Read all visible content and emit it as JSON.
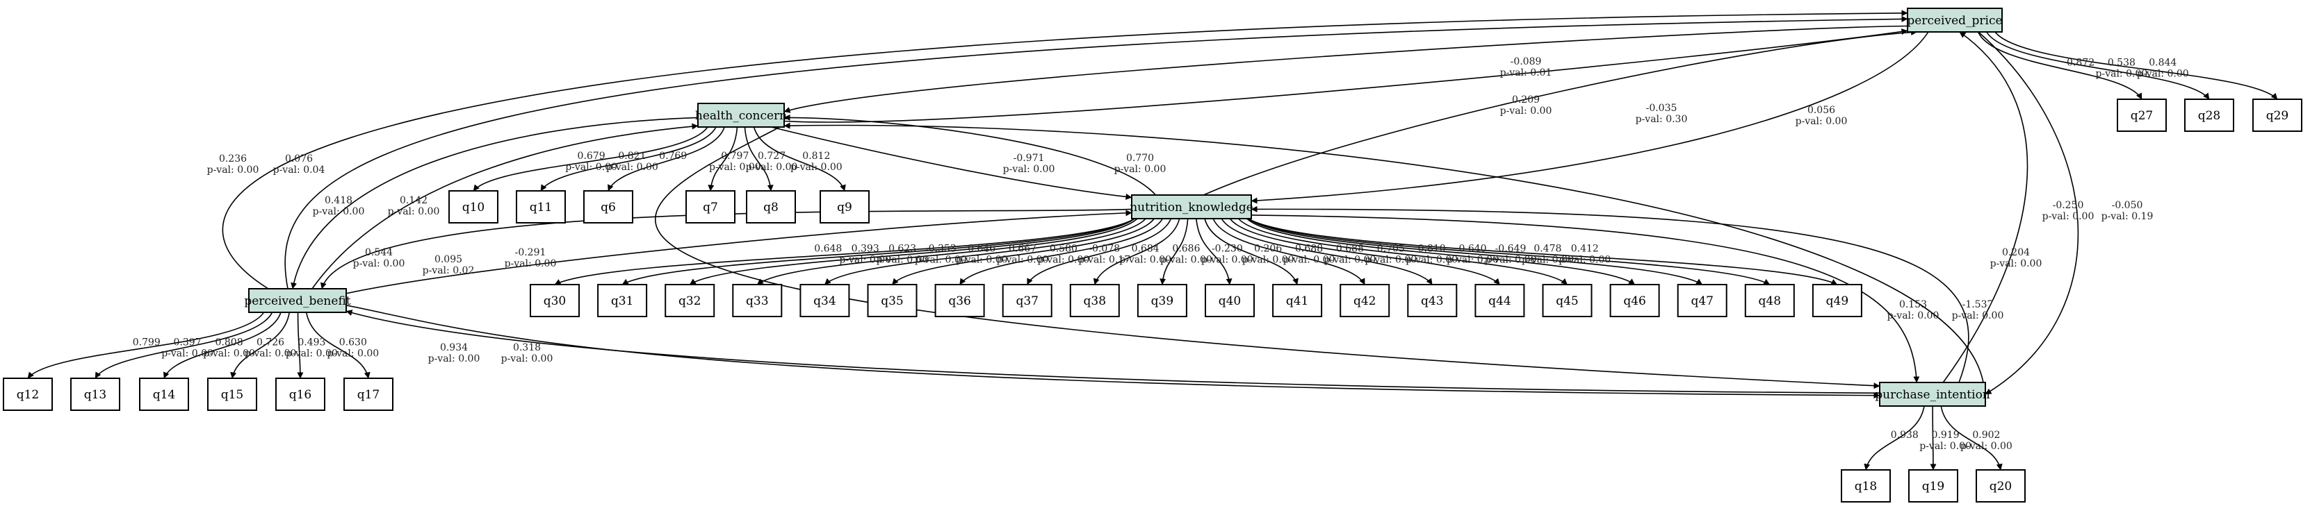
{
  "colors": {
    "latent_fill": "#c9e3db",
    "indicator_fill": "#ffffff",
    "line": "#000000"
  },
  "nodes": [
    {
      "id": "perceived_price",
      "label": "perceived_price",
      "kind": "latent"
    },
    {
      "id": "health_concern",
      "label": "health_concern",
      "kind": "latent"
    },
    {
      "id": "nutrition_knowledge",
      "label": "nutrition_knowledge",
      "kind": "latent"
    },
    {
      "id": "perceived_benefit",
      "label": "perceived_benefit",
      "kind": "latent"
    },
    {
      "id": "purchase_intention",
      "label": "purchase_intention",
      "kind": "latent"
    },
    {
      "id": "q27",
      "label": "q27",
      "kind": "indicator"
    },
    {
      "id": "q28",
      "label": "q28",
      "kind": "indicator"
    },
    {
      "id": "q29",
      "label": "q29",
      "kind": "indicator"
    },
    {
      "id": "q10",
      "label": "q10",
      "kind": "indicator"
    },
    {
      "id": "q11",
      "label": "q11",
      "kind": "indicator"
    },
    {
      "id": "q6",
      "label": "q6",
      "kind": "indicator"
    },
    {
      "id": "q7",
      "label": "q7",
      "kind": "indicator"
    },
    {
      "id": "q8",
      "label": "q8",
      "kind": "indicator"
    },
    {
      "id": "q9",
      "label": "q9",
      "kind": "indicator"
    },
    {
      "id": "q30",
      "label": "q30",
      "kind": "indicator"
    },
    {
      "id": "q31",
      "label": "q31",
      "kind": "indicator"
    },
    {
      "id": "q32",
      "label": "q32",
      "kind": "indicator"
    },
    {
      "id": "q33",
      "label": "q33",
      "kind": "indicator"
    },
    {
      "id": "q34",
      "label": "q34",
      "kind": "indicator"
    },
    {
      "id": "q35",
      "label": "q35",
      "kind": "indicator"
    },
    {
      "id": "q36",
      "label": "q36",
      "kind": "indicator"
    },
    {
      "id": "q37",
      "label": "q37",
      "kind": "indicator"
    },
    {
      "id": "q38",
      "label": "q38",
      "kind": "indicator"
    },
    {
      "id": "q39",
      "label": "q39",
      "kind": "indicator"
    },
    {
      "id": "q40",
      "label": "q40",
      "kind": "indicator"
    },
    {
      "id": "q41",
      "label": "q41",
      "kind": "indicator"
    },
    {
      "id": "q42",
      "label": "q42",
      "kind": "indicator"
    },
    {
      "id": "q43",
      "label": "q43",
      "kind": "indicator"
    },
    {
      "id": "q44",
      "label": "q44",
      "kind": "indicator"
    },
    {
      "id": "q45",
      "label": "q45",
      "kind": "indicator"
    },
    {
      "id": "q46",
      "label": "q46",
      "kind": "indicator"
    },
    {
      "id": "q47",
      "label": "q47",
      "kind": "indicator"
    },
    {
      "id": "q48",
      "label": "q48",
      "kind": "indicator"
    },
    {
      "id": "q49",
      "label": "q49",
      "kind": "indicator"
    },
    {
      "id": "q12",
      "label": "q12",
      "kind": "indicator"
    },
    {
      "id": "q13",
      "label": "q13",
      "kind": "indicator"
    },
    {
      "id": "q14",
      "label": "q14",
      "kind": "indicator"
    },
    {
      "id": "q15",
      "label": "q15",
      "kind": "indicator"
    },
    {
      "id": "q16",
      "label": "q16",
      "kind": "indicator"
    },
    {
      "id": "q17",
      "label": "q17",
      "kind": "indicator"
    },
    {
      "id": "q18",
      "label": "q18",
      "kind": "indicator"
    },
    {
      "id": "q19",
      "label": "q19",
      "kind": "indicator"
    },
    {
      "id": "q20",
      "label": "q20",
      "kind": "indicator"
    }
  ],
  "edges": [
    {
      "from": "perceived_price",
      "to": "q27",
      "estimate": "0.872",
      "pval": ""
    },
    {
      "from": "perceived_price",
      "to": "q28",
      "estimate": "0.538",
      "pval": "p-val: 0.00"
    },
    {
      "from": "perceived_price",
      "to": "q29",
      "estimate": "0.844",
      "pval": "p-val: 0.00"
    },
    {
      "from": "health_concern",
      "to": "q10",
      "estimate": "0.679",
      "pval": "p-val: 0.00"
    },
    {
      "from": "health_concern",
      "to": "q11",
      "estimate": "0.821",
      "pval": "p-val: 0.00"
    },
    {
      "from": "health_concern",
      "to": "q6",
      "estimate": "0.769",
      "pval": ""
    },
    {
      "from": "health_concern",
      "to": "q7",
      "estimate": "0.797",
      "pval": "p-val: 0.00"
    },
    {
      "from": "health_concern",
      "to": "q8",
      "estimate": "0.727",
      "pval": "p-val: 0.00"
    },
    {
      "from": "health_concern",
      "to": "q9",
      "estimate": "0.812",
      "pval": "p-val: 0.00"
    },
    {
      "from": "nutrition_knowledge",
      "to": "q30",
      "estimate": "0.648",
      "pval": ""
    },
    {
      "from": "nutrition_knowledge",
      "to": "q31",
      "estimate": "0.393",
      "pval": "p-val: 0.00"
    },
    {
      "from": "nutrition_knowledge",
      "to": "q32",
      "estimate": "0.623",
      "pval": "p-val: 0.00"
    },
    {
      "from": "nutrition_knowledge",
      "to": "q33",
      "estimate": "-0.353",
      "pval": "p-val: 0.00"
    },
    {
      "from": "nutrition_knowledge",
      "to": "q34",
      "estimate": "0.646",
      "pval": "p-val: 0.00"
    },
    {
      "from": "nutrition_knowledge",
      "to": "q35",
      "estimate": "0.667",
      "pval": "p-val: 0.00"
    },
    {
      "from": "nutrition_knowledge",
      "to": "q36",
      "estimate": "0.580",
      "pval": "p-val: 0.00"
    },
    {
      "from": "nutrition_knowledge",
      "to": "q37",
      "estimate": "-0.078",
      "pval": "p-val: 0.17"
    },
    {
      "from": "nutrition_knowledge",
      "to": "q38",
      "estimate": "0.684",
      "pval": "p-val: 0.00"
    },
    {
      "from": "nutrition_knowledge",
      "to": "q39",
      "estimate": "0.686",
      "pval": "p-val: 0.00"
    },
    {
      "from": "nutrition_knowledge",
      "to": "q40",
      "estimate": "-0.230",
      "pval": "p-val: 0.00"
    },
    {
      "from": "nutrition_knowledge",
      "to": "q41",
      "estimate": "0.206",
      "pval": "p-val: 0.00"
    },
    {
      "from": "nutrition_knowledge",
      "to": "q42",
      "estimate": "0.688",
      "pval": "p-val: 0.00"
    },
    {
      "from": "nutrition_knowledge",
      "to": "q43",
      "estimate": "0.688",
      "pval": "p-val: 0.00"
    },
    {
      "from": "nutrition_knowledge",
      "to": "q44",
      "estimate": "0.705",
      "pval": "p-val: 0.00"
    },
    {
      "from": "nutrition_knowledge",
      "to": "q45",
      "estimate": "0.810",
      "pval": "p-val: 0.00"
    },
    {
      "from": "nutrition_knowledge",
      "to": "q46",
      "estimate": "0.640",
      "pval": "p-val: 0.00"
    },
    {
      "from": "nutrition_knowledge",
      "to": "q47",
      "estimate": "-0.649",
      "pval": "p-val: 0.00"
    },
    {
      "from": "nutrition_knowledge",
      "to": "q48",
      "estimate": "0.478",
      "pval": "p-val: 0.00"
    },
    {
      "from": "nutrition_knowledge",
      "to": "q49",
      "estimate": "0.412",
      "pval": "p-val: 0.00"
    },
    {
      "from": "perceived_benefit",
      "to": "q12",
      "estimate": "0.799",
      "pval": ""
    },
    {
      "from": "perceived_benefit",
      "to": "q13",
      "estimate": "0.397",
      "pval": "p-val: 0.00"
    },
    {
      "from": "perceived_benefit",
      "to": "q14",
      "estimate": "0.808",
      "pval": "p-val: 0.00"
    },
    {
      "from": "perceived_benefit",
      "to": "q15",
      "estimate": "0.726",
      "pval": "p-val: 0.00"
    },
    {
      "from": "perceived_benefit",
      "to": "q16",
      "estimate": "0.493",
      "pval": "p-val: 0.00"
    },
    {
      "from": "perceived_benefit",
      "to": "q17",
      "estimate": "0.630",
      "pval": "p-val: 0.00"
    },
    {
      "from": "purchase_intention",
      "to": "q18",
      "estimate": "0.938",
      "pval": ""
    },
    {
      "from": "purchase_intention",
      "to": "q19",
      "estimate": "0.919",
      "pval": "p-val: 0.00"
    },
    {
      "from": "purchase_intention",
      "to": "q20",
      "estimate": "0.902",
      "pval": "p-val: 0.00"
    },
    {
      "from": "perceived_price",
      "to": "health_concern",
      "estimate": "-0.089",
      "pval": "p-val: 0.01"
    },
    {
      "from": "health_concern",
      "to": "perceived_price",
      "estimate": "0.209",
      "pval": "p-val: 0.00"
    },
    {
      "from": "nutrition_knowledge",
      "to": "perceived_price",
      "estimate": "-0.035",
      "pval": "p-val: 0.30"
    },
    {
      "from": "perceived_price",
      "to": "nutrition_knowledge",
      "estimate": "0.056",
      "pval": "p-val: 0.00"
    },
    {
      "from": "perceived_benefit",
      "to": "perceived_price",
      "estimate": "0.236",
      "pval": "p-val: 0.00"
    },
    {
      "from": "perceived_price",
      "to": "perceived_benefit",
      "estimate": "0.076",
      "pval": "p-val: 0.04"
    },
    {
      "from": "perceived_price",
      "to": "purchase_intention",
      "estimate": "-0.050",
      "pval": "p-val: 0.19"
    },
    {
      "from": "purchase_intention",
      "to": "perceived_price",
      "estimate": "-0.250",
      "pval": "p-val: 0.00"
    },
    {
      "from": "health_concern",
      "to": "nutrition_knowledge",
      "estimate": "-0.971",
      "pval": "p-val: 0.00"
    },
    {
      "from": "nutrition_knowledge",
      "to": "health_concern",
      "estimate": "0.770",
      "pval": "p-val: 0.00"
    },
    {
      "from": "health_concern",
      "to": "perceived_benefit",
      "estimate": "0.418",
      "pval": "p-val: 0.00"
    },
    {
      "from": "perceived_benefit",
      "to": "health_concern",
      "estimate": "0.142",
      "pval": "p-val: 0.00"
    },
    {
      "from": "health_concern",
      "to": "purchase_intention",
      "estimate": "0.095",
      "pval": "p-val: 0.02"
    },
    {
      "from": "purchase_intention",
      "to": "health_concern",
      "estimate": "0.204",
      "pval": "p-val: 0.00"
    },
    {
      "from": "nutrition_knowledge",
      "to": "perceived_benefit",
      "estimate": "0.544",
      "pval": "p-val: 0.00"
    },
    {
      "from": "perceived_benefit",
      "to": "nutrition_knowledge",
      "estimate": "-0.291",
      "pval": "p-val: 0.00"
    },
    {
      "from": "nutrition_knowledge",
      "to": "purchase_intention",
      "estimate": "0.153",
      "pval": "p-val: 0.00"
    },
    {
      "from": "purchase_intention",
      "to": "nutrition_knowledge",
      "estimate": "-1.537",
      "pval": "p-val: 0.00"
    },
    {
      "from": "perceived_benefit",
      "to": "purchase_intention",
      "estimate": "0.934",
      "pval": "p-val: 0.00"
    },
    {
      "from": "purchase_intention",
      "to": "perceived_benefit",
      "estimate": "0.318",
      "pval": "p-val: 0.00"
    }
  ]
}
